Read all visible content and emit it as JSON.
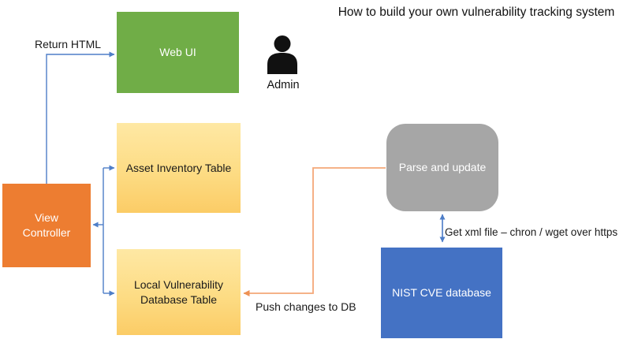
{
  "title": "How to build your own vulnerability tracking system",
  "nodes": {
    "web_ui": {
      "label": "Web UI",
      "color": "#70AD47"
    },
    "view_controller": {
      "label": "View Controller",
      "color": "#ED7D31"
    },
    "asset_inventory": {
      "label": "Asset Inventory Table",
      "color_top": "#FEE8A4",
      "color_bottom": "#FBCC66"
    },
    "local_vuln_db": {
      "label": "Local Vulnerability Database Table",
      "color_top": "#FEE8A4",
      "color_bottom": "#FBCC66"
    },
    "parse_update": {
      "label": "Parse and update",
      "color": "#A6A6A6"
    },
    "nist_cve": {
      "label": "NIST CVE database",
      "color": "#4472C4"
    }
  },
  "actor": {
    "label": "Admin",
    "icon": "person-icon",
    "icon_color": "#111111"
  },
  "edges": {
    "return_html": {
      "label": "Return HTML",
      "color": "#4E7EC8",
      "from": "view_controller",
      "to": "web_ui"
    },
    "vc_to_asset": {
      "label": "",
      "color": "#4E7EC8",
      "from": "view_controller",
      "to": "asset_inventory"
    },
    "vc_to_local": {
      "label": "",
      "color": "#4E7EC8",
      "from": "view_controller",
      "to": "local_vuln_db"
    },
    "push_changes": {
      "label": "Push changes to DB",
      "color": "#F2A066",
      "from": "parse_update",
      "to": "local_vuln_db"
    },
    "get_xml": {
      "label": "Get xml file – chron / wget over https",
      "color": "#4E7EC8",
      "from": "parse_update",
      "to": "nist_cve",
      "bidirectional": true
    }
  }
}
